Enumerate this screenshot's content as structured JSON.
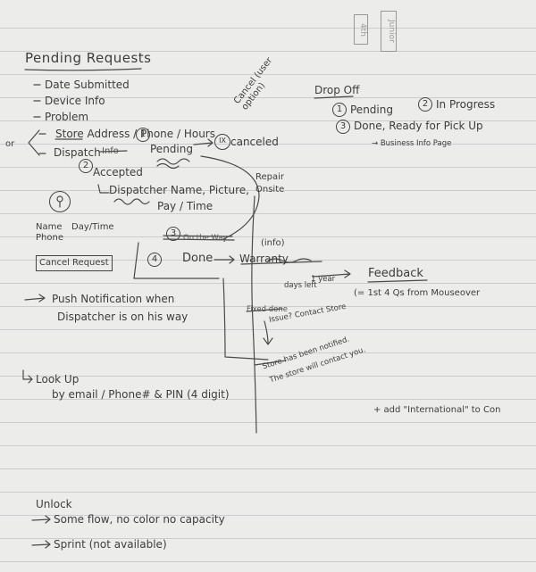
{
  "tabs": [
    "4th",
    "Junior"
  ],
  "heading": "Pending Requests",
  "fields": [
    "Date Submitted",
    "Device Info",
    "Problem",
    "Store Address / Phone / Hours"
  ],
  "dispatch": {
    "label": "Dispatch",
    "struck": "Info",
    "step1": "1",
    "status_pending": "Pending",
    "canceled": "canceled",
    "canceled_circle": "IX",
    "step2": "2",
    "accepted": "Accepted",
    "dispatcher_info": "Dispatcher Name, Picture,",
    "pay_time": "Pay / Time",
    "step3": "3",
    "on_the_way": "On the Way",
    "info": "(info)",
    "step4": "4",
    "done": "Done",
    "warranty": "Warranty",
    "repair_onsite": "Repair Onsite"
  },
  "or_mark": "or",
  "cancel_note": "Cancel (user option)",
  "avatar": {
    "name": "Name",
    "phone": "Phone",
    "day_time": "Day/Time"
  },
  "cancel_button": "Cancel Request",
  "drop_off": {
    "label": "Drop Off",
    "step1": "1",
    "pending": "Pending",
    "step2": "2",
    "in_progress": "In Progress",
    "step3": "3",
    "done_ready": "Done, Ready for Pick Up",
    "business_page": "→ Business Info Page"
  },
  "feedback": {
    "label": "Feedback",
    "note": "(= 1st 4 Qs from Mouseover",
    "one_year": "1 year",
    "days_left": "days left",
    "fixed_struck": "Fixed done",
    "issue": "Issue? Contact Store"
  },
  "store_notified": [
    "Store has been notified.",
    "The store will contact you."
  ],
  "push_notification": [
    "Push Notification when",
    "Dispatcher is on his way"
  ],
  "lookup": {
    "label": "Look Up",
    "detail": "by email / Phone# & PIN (4 digit)"
  },
  "international_note": "+ add \"International\" to Con",
  "unlock": {
    "label": "Unlock",
    "options": [
      "Some flow, no color no capacity",
      "Sprint (not available)"
    ]
  }
}
